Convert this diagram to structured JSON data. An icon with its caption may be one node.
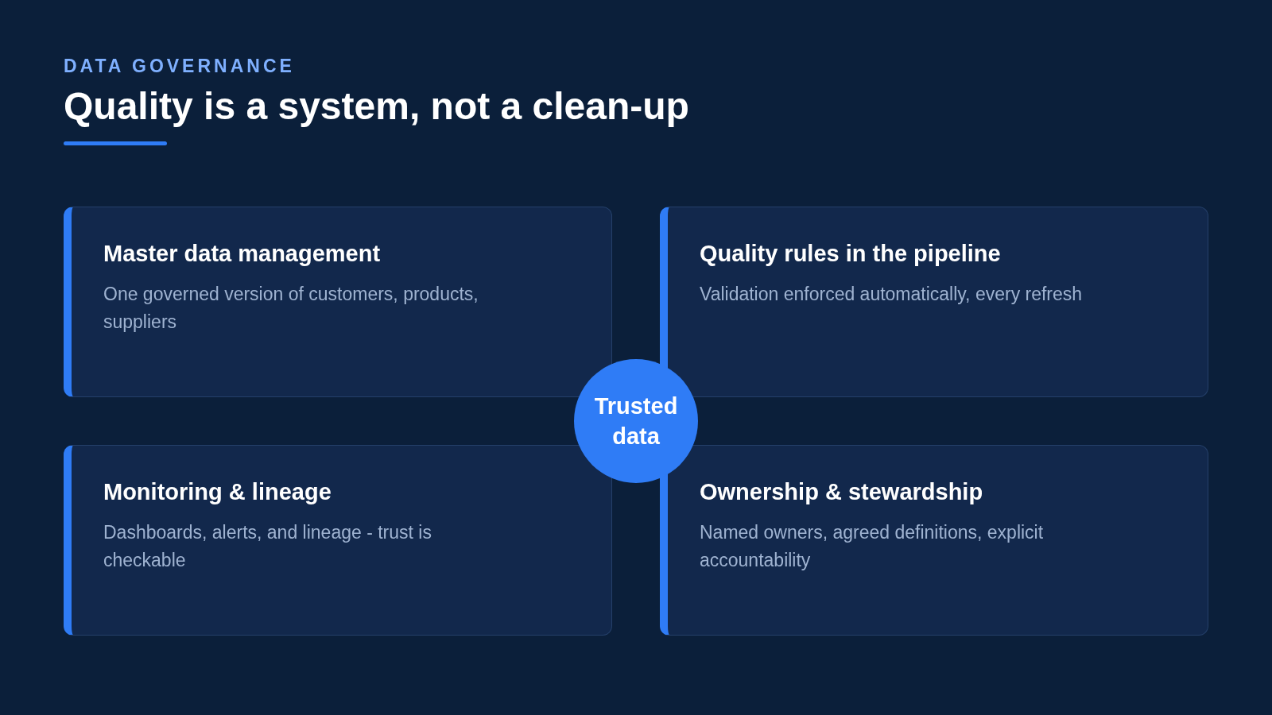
{
  "diagram": {
    "title": "Quality is a system, not a clean-up",
    "nodes": [
      {
        "text": [
          "Master data management",
          "One governed version of customers, products, suppliers"
        ]
      },
      {
        "text": [
          "Quality rules in the pipeline",
          "Validation enforced automatically, every refresh"
        ]
      },
      {
        "text": [
          "Monitoring & lineage",
          "Dashboards, alerts, and lineage - trust is checkable"
        ]
      },
      {
        "text": [
          "Ownership & stewardship",
          "Named owners, agreed definitions, explicit accountability"
        ]
      },
      {
        "text": [
          "Trusted data"
        ]
      }
    ],
    "edges": [],
    "labels": [
      "DATA GOVERNANCE"
    ]
  }
}
